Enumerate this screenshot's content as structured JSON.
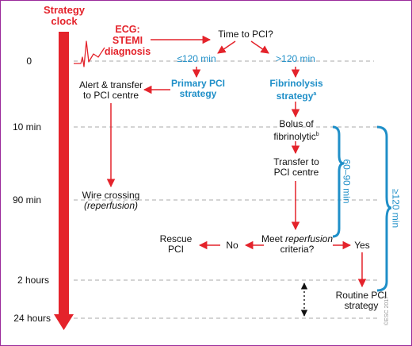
{
  "clock": {
    "title_line1": "Strategy",
    "title_line2": "clock"
  },
  "times": {
    "t0": "0",
    "t10": "10 min",
    "t90": "90 min",
    "t2h": "2 hours",
    "t24h": "24 hours"
  },
  "nodes": {
    "ecg_line1": "ECG:",
    "ecg_line2": "STEMI",
    "ecg_line3": "diagnosis",
    "time_to_pci": "Time to PCI?",
    "le120": "≤120 min",
    "gt120": ">120 min",
    "primary_pci_line1": "Primary PCI",
    "primary_pci_line2": "strategy",
    "fibrinolysis_line1": "Fibrinolysis",
    "fibrinolysis_line2": "strategy",
    "fibrinolysis_sup": "a",
    "alert_line1": "Alert & transfer",
    "alert_line2": "to PCI centre",
    "bolus_line1": "Bolus of",
    "bolus_line2": "fibrinolytic",
    "bolus_sup": "b",
    "transfer_line1": "Transfer to",
    "transfer_line2": "PCI centre",
    "wire_line1": "Wire crossing",
    "wire_line2": "(reperfusion)",
    "rescue_line1": "Rescue",
    "rescue_line2": "PCI",
    "no": "No",
    "meet_line1_a": "Meet ",
    "meet_line1_b": "reperfusion",
    "meet_line2": "criteria?",
    "yes": "Yes",
    "routine_line1": "Routine PCI",
    "routine_line2": "strategy"
  },
  "brackets": {
    "inner": "60–90 min",
    "outer": "≥120 min"
  },
  "footer": {
    "copyright": "©ESC 2017"
  },
  "colors": {
    "red": "#e4232b",
    "blue": "#1f8fc8",
    "dash": "#aaaaaa",
    "frame": "#9b2a9b"
  }
}
